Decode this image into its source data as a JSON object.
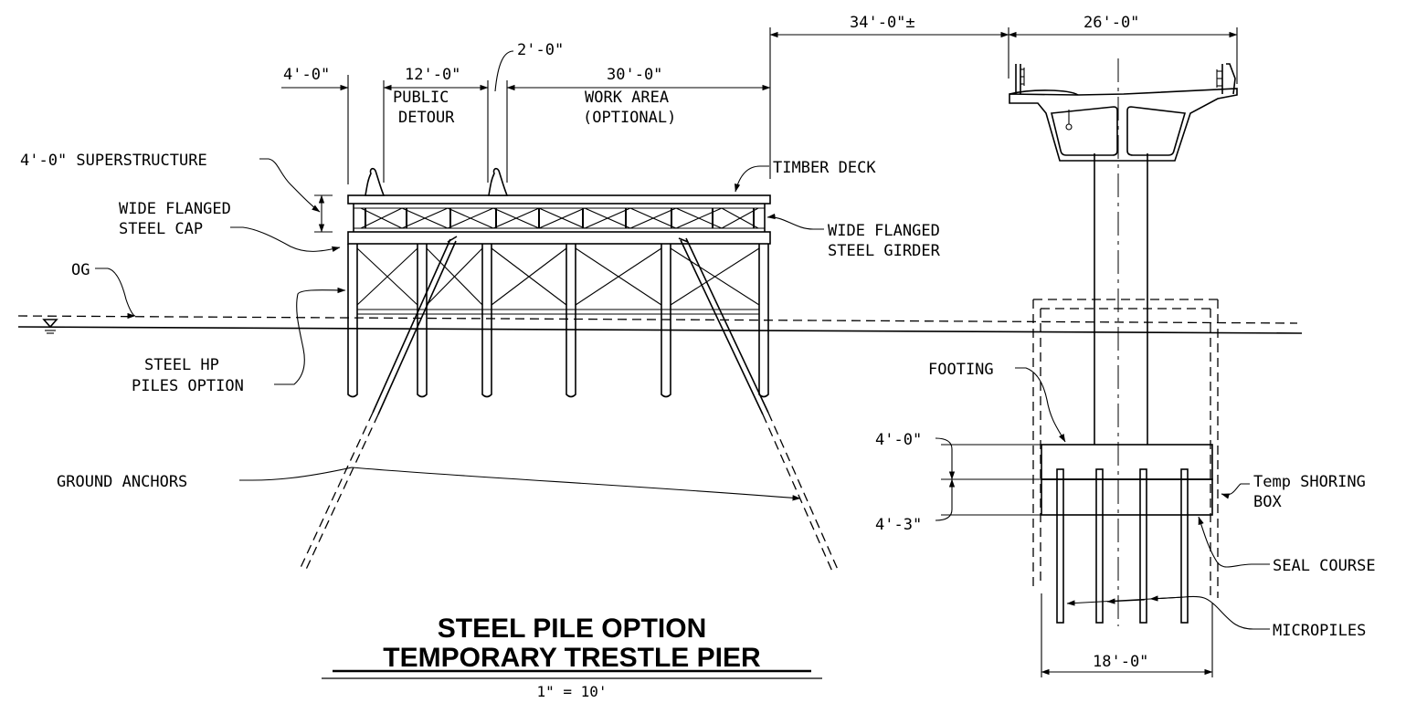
{
  "dims": {
    "d_4_0_top": "4'-0\"",
    "d_12_0": "12'-0\"",
    "d_2_0": "2'-0\"",
    "d_30_0": "30'-0\"",
    "d_34_0": "34'-0\"±",
    "d_26_0": "26'-0\"",
    "d_4_0_footing": "4'-0\"",
    "d_4_3": "4'-3\"",
    "d_18_0": "18'-0\""
  },
  "labels": {
    "public_1": "PUBLIC",
    "public_2": "DETOUR",
    "work_1": "WORK AREA",
    "work_2": "(OPTIONAL)",
    "superstructure": "4'-0\" SUPERSTRUCTURE",
    "cap_1": "WIDE FLANGED",
    "cap_2": "STEEL CAP",
    "og": "OG",
    "timber": "TIMBER DECK",
    "girder_1": "WIDE FLANGED",
    "girder_2": "STEEL GIRDER",
    "hp_1": "STEEL HP",
    "hp_2": "PILES OPTION",
    "ground": "GROUND ANCHORS",
    "footing": "FOOTING",
    "shoring_1": "Temp SHORING",
    "shoring_2": "BOX",
    "seal": "SEAL COURSE",
    "micropiles": "MICROPILES"
  },
  "title": {
    "line1": "STEEL PILE OPTION",
    "line2": "TEMPORARY TRESTLE PIER",
    "scale": "1\" = 10'"
  }
}
